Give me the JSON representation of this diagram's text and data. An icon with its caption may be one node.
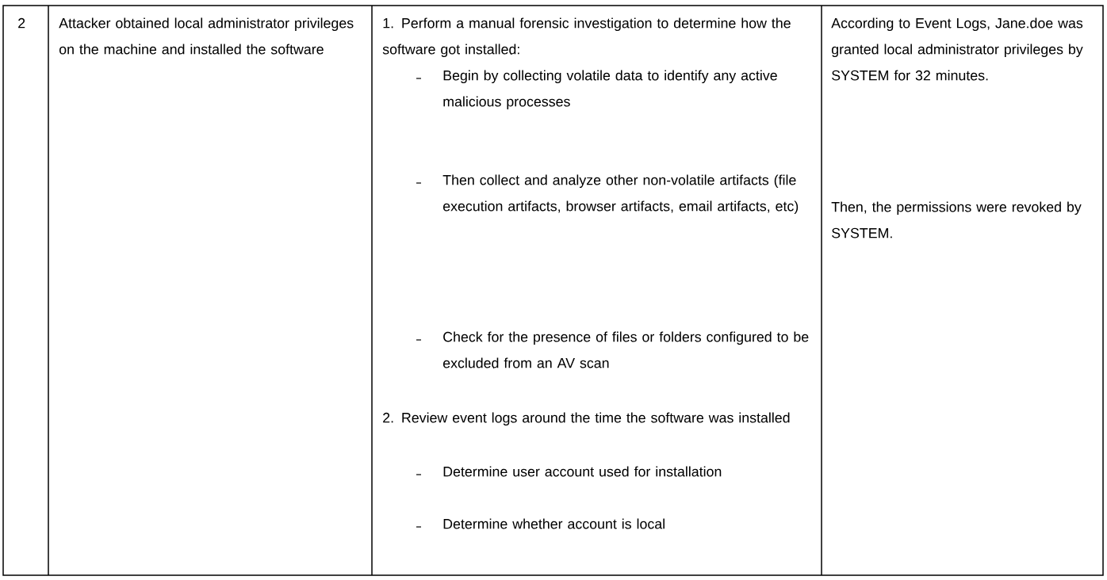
{
  "diagram": {
    "labels": [
      "2",
      "Attacker obtained local administrator privileges on the machine and installed the software",
      "1. Perform a manual forensic investigation to determine how the software got installed:",
      "Begin by collecting volatile data to identify any active malicious processes",
      "Then collect and analyze other non-volatile artifacts (file execution artifacts, browser artifacts, email artifacts, etc)",
      "Check for the presence of files or folders configured to be excluded from an AV scan",
      "2. Review event logs around the time the software was installed",
      "Determine user account used for installation",
      "Determine whether account is local",
      "According to Event Logs, Jane.doe was granted local administrator privileges by SYSTEM for 32 minutes.",
      "Then, the permissions were revoked by SYSTEM."
    ]
  }
}
